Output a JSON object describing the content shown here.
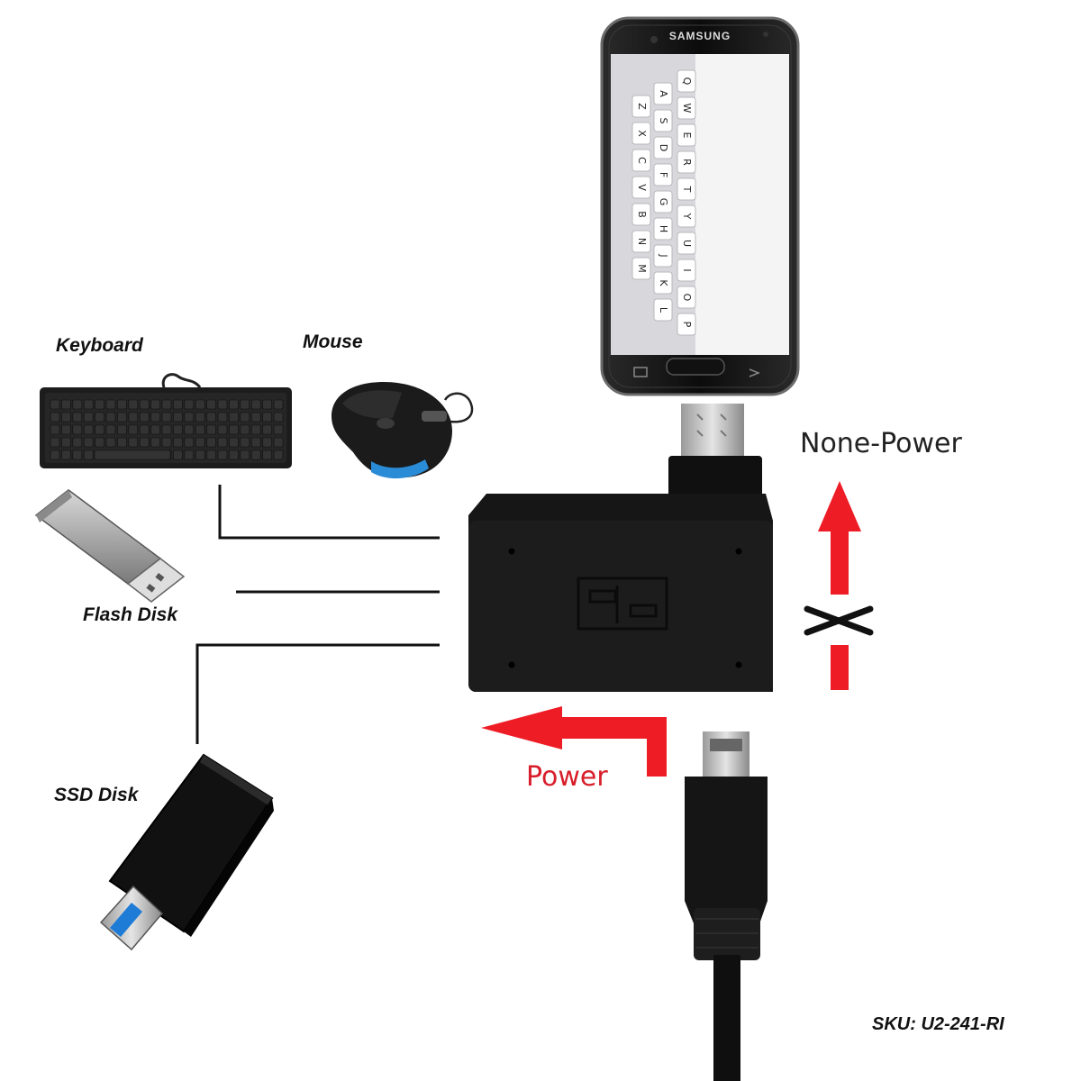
{
  "labels": {
    "keyboard": "Keyboard",
    "mouse": "Mouse",
    "flash_disk": "Flash Disk",
    "ssd_disk": "SSD Disk",
    "none_power": "None-Power",
    "power": "Power",
    "sku": "SKU: U2-241-RI"
  },
  "phone": {
    "brand": "SAMSUNG",
    "key_columns": [
      [
        "Q",
        "W",
        "E",
        "R",
        "T",
        "Y",
        "U",
        "I",
        "O",
        "P"
      ],
      [
        "A",
        "S",
        "D",
        "F",
        "G",
        "H",
        "J",
        "K",
        "L"
      ],
      [
        "Z",
        "X",
        "C",
        "V",
        "B",
        "N",
        "M"
      ]
    ]
  },
  "colors": {
    "arrow": "#ee1c25",
    "power_text": "#d81e2a",
    "none_power_text": "#222222",
    "adapter": "#151515"
  }
}
